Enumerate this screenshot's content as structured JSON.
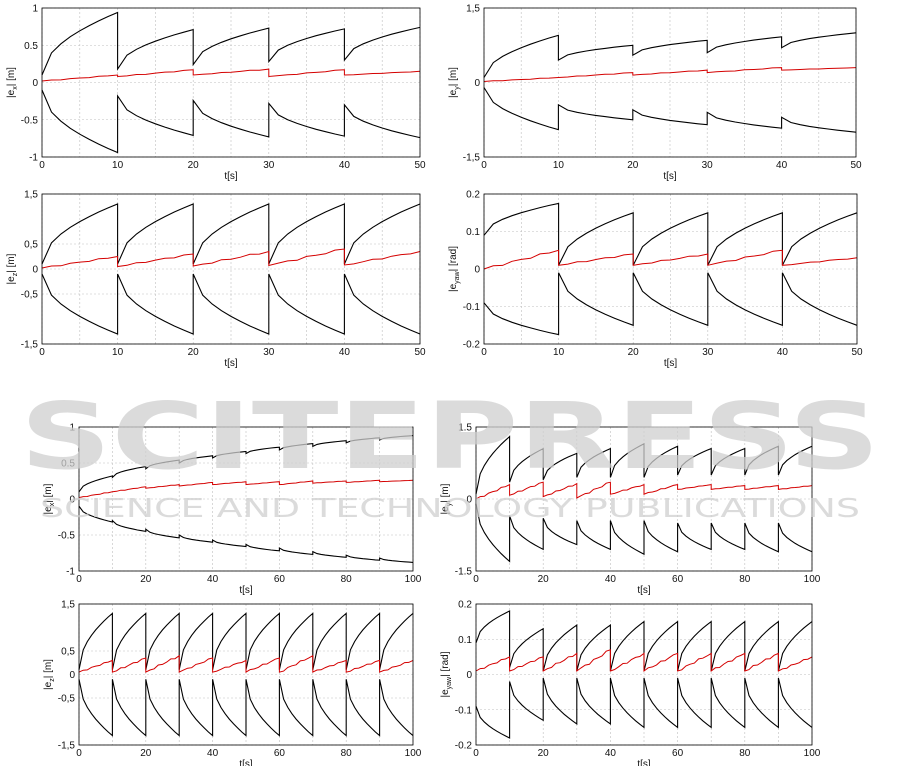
{
  "watermark": {
    "primary": "SCITEPRESS",
    "secondary": "SCIENCE AND TECHNOLOGY PUBLICATIONS"
  },
  "chart_data": [
    {
      "id": "ex-50",
      "type": "line",
      "xlim": [
        0,
        50
      ],
      "ylim": [
        -1,
        1
      ],
      "xticks": [
        0,
        10,
        20,
        30,
        40,
        50
      ],
      "xtick_labels": [
        "0",
        "10",
        "20",
        "30",
        "40",
        "50"
      ],
      "yticks": [
        -1,
        -0.5,
        0,
        0.5,
        1
      ],
      "ytick_labels": [
        "-1",
        "-0.5",
        "0",
        "0.5",
        "1"
      ],
      "xlabel": "t[s]",
      "ylabel": "|e_x| [m]",
      "ylabel_main": "|e",
      "ylabel_sub": "x",
      "ylabel_unit": "| [m]",
      "grid": true,
      "reset_period": 10,
      "samples": 8,
      "bound_start": [
        0.1,
        0.18,
        0.24,
        0.28,
        0.3
      ],
      "bound_end": [
        0.94,
        0.71,
        0.73,
        0.72,
        0.74
      ],
      "err_start": [
        0.02,
        0.08,
        0.1,
        0.08,
        0.1
      ],
      "err_end": [
        0.1,
        0.17,
        0.18,
        0.17,
        0.15
      ]
    },
    {
      "id": "ey-50",
      "type": "line",
      "xlim": [
        0,
        50
      ],
      "ylim": [
        -1.5,
        1.5
      ],
      "xticks": [
        0,
        10,
        20,
        30,
        40,
        50
      ],
      "xtick_labels": [
        "0",
        "10",
        "20",
        "30",
        "40",
        "50"
      ],
      "yticks": [
        -1.5,
        0,
        1.5
      ],
      "ytick_labels": [
        "-1,5",
        "0",
        "1,5"
      ],
      "xlabel": "t[s]",
      "ylabel": "|e_y| [m]",
      "ylabel_main": "|e",
      "ylabel_sub": "y",
      "ylabel_unit": "| [m]",
      "grid": true,
      "reset_period": 10,
      "samples": 8,
      "bound_start": [
        0.1,
        0.45,
        0.55,
        0.6,
        0.7
      ],
      "bound_end": [
        0.95,
        0.75,
        0.85,
        0.92,
        1.0
      ],
      "err_start": [
        0.02,
        0.1,
        0.15,
        0.2,
        0.25
      ],
      "err_end": [
        0.1,
        0.2,
        0.25,
        0.3,
        0.3
      ]
    },
    {
      "id": "ez-50",
      "type": "line",
      "xlim": [
        0,
        50
      ],
      "ylim": [
        -1.5,
        1.5
      ],
      "xticks": [
        0,
        10,
        20,
        30,
        40,
        50
      ],
      "xtick_labels": [
        "0",
        "10",
        "20",
        "30",
        "40",
        "50"
      ],
      "yticks": [
        -1.5,
        -0.5,
        0,
        0.5,
        1.5
      ],
      "ytick_labels": [
        "-1,5",
        "-0,5",
        "0",
        "0,5",
        "1,5"
      ],
      "xlabel": "t[s]",
      "ylabel": "|e_z| [m]",
      "ylabel_main": "|e",
      "ylabel_sub": "z",
      "ylabel_unit": "| [m]",
      "grid": true,
      "reset_period": 10,
      "samples": 8,
      "bound_start": [
        0.1,
        0.1,
        0.1,
        0.1,
        0.1
      ],
      "bound_end": [
        1.3,
        1.3,
        1.3,
        1.3,
        1.3
      ],
      "err_start": [
        0.02,
        0.05,
        0.06,
        0.07,
        0.08
      ],
      "err_end": [
        0.25,
        0.3,
        0.35,
        0.4,
        0.35
      ]
    },
    {
      "id": "eyaw-50",
      "type": "line",
      "xlim": [
        0,
        50
      ],
      "ylim": [
        -0.2,
        0.2
      ],
      "xticks": [
        0,
        10,
        20,
        30,
        40,
        50
      ],
      "xtick_labels": [
        "0",
        "10",
        "20",
        "30",
        "40",
        "50"
      ],
      "yticks": [
        -0.2,
        -0.1,
        0,
        0.1,
        0.2
      ],
      "ytick_labels": [
        "-0.2",
        "-0.1",
        "0",
        "0.1",
        "0.2"
      ],
      "xlabel": "t[s]",
      "ylabel": "|e_yaw| [rad]",
      "ylabel_main": "|e",
      "ylabel_sub": "yaw",
      "ylabel_unit": "| [rad]",
      "grid": true,
      "reset_period": 10,
      "samples": 8,
      "bound_start": [
        0.09,
        0.01,
        0.01,
        0.01,
        0.01
      ],
      "bound_end": [
        0.175,
        0.15,
        0.15,
        0.15,
        0.15
      ],
      "err_start": [
        0.0,
        0.01,
        0.01,
        0.01,
        0.01
      ],
      "err_end": [
        0.05,
        0.04,
        0.04,
        0.05,
        0.03
      ]
    },
    {
      "id": "ex-100",
      "type": "line",
      "xlim": [
        0,
        100
      ],
      "ylim": [
        -1,
        1
      ],
      "xticks": [
        0,
        20,
        40,
        60,
        80,
        100
      ],
      "xtick_labels": [
        "0",
        "20",
        "40",
        "60",
        "80",
        "100"
      ],
      "yticks": [
        -1,
        -0.5,
        0,
        0.5,
        1
      ],
      "ytick_labels": [
        "-1",
        "-0.5",
        "0",
        "0.5",
        "1"
      ],
      "xlabel": "t[s]",
      "ylabel": "|e_x| [m]",
      "ylabel_main": "|e",
      "ylabel_sub": "x",
      "ylabel_unit": "| [m]",
      "grid": true,
      "reset_period": 10,
      "samples": 8,
      "bound_start": [
        0.1,
        0.3,
        0.42,
        0.5,
        0.57,
        0.63,
        0.68,
        0.73,
        0.78,
        0.82
      ],
      "bound_end": [
        0.32,
        0.45,
        0.54,
        0.6,
        0.66,
        0.72,
        0.77,
        0.81,
        0.85,
        0.88
      ],
      "err_start": [
        0.02,
        0.1,
        0.15,
        0.18,
        0.2,
        0.2,
        0.2,
        0.22,
        0.23,
        0.24
      ],
      "err_end": [
        0.1,
        0.17,
        0.2,
        0.23,
        0.24,
        0.24,
        0.25,
        0.25,
        0.26,
        0.26
      ]
    },
    {
      "id": "ey-100",
      "type": "line",
      "xlim": [
        0,
        100
      ],
      "ylim": [
        -1.5,
        1.5
      ],
      "xticks": [
        0,
        20,
        40,
        60,
        80,
        100
      ],
      "xtick_labels": [
        "0",
        "20",
        "40",
        "60",
        "80",
        "100"
      ],
      "yticks": [
        -1.5,
        0,
        1.5
      ],
      "ytick_labels": [
        "-1.5",
        "0",
        "1.5"
      ],
      "xlabel": "t[s]",
      "ylabel": "|e_y| [m]",
      "ylabel_main": "|e",
      "ylabel_sub": "y",
      "ylabel_unit": "| [m]",
      "grid": true,
      "reset_period": 10,
      "samples": 8,
      "bound_start": [
        0.1,
        0.35,
        0.4,
        0.45,
        0.45,
        0.45,
        0.5,
        0.5,
        0.5,
        0.5
      ],
      "bound_end": [
        1.3,
        1.05,
        0.95,
        1.05,
        1.15,
        1.1,
        1.05,
        1.05,
        1.1,
        1.1
      ],
      "err_start": [
        0.0,
        0.08,
        0.05,
        0.02,
        0.1,
        0.1,
        0.2,
        0.2,
        0.2,
        0.2
      ],
      "err_end": [
        0.3,
        0.35,
        0.32,
        0.35,
        0.3,
        0.3,
        0.3,
        0.28,
        0.28,
        0.28
      ]
    },
    {
      "id": "ez-100",
      "type": "line",
      "xlim": [
        0,
        100
      ],
      "ylim": [
        -1.5,
        1.5
      ],
      "xticks": [
        0,
        20,
        40,
        60,
        80,
        100
      ],
      "xtick_labels": [
        "0",
        "20",
        "40",
        "60",
        "80",
        "100"
      ],
      "yticks": [
        -1.5,
        -0.5,
        0,
        0.5,
        1.5
      ],
      "ytick_labels": [
        "-1,5",
        "-0,5",
        "0",
        "0,5",
        "1,5"
      ],
      "xlabel": "t[s]",
      "ylabel": "|e_z| [m]",
      "ylabel_main": "|e",
      "ylabel_sub": "z",
      "ylabel_unit": "| [m]",
      "grid": true,
      "reset_period": 10,
      "samples": 8,
      "bound_start": [
        0.1,
        0.1,
        0.1,
        0.1,
        0.1,
        0.1,
        0.1,
        0.1,
        0.1,
        0.1
      ],
      "bound_end": [
        1.3,
        1.3,
        1.3,
        1.3,
        1.3,
        1.3,
        1.3,
        1.3,
        1.3,
        1.3
      ],
      "err_start": [
        0.05,
        0.05,
        0.05,
        0.05,
        0.05,
        0.05,
        0.05,
        0.05,
        0.05,
        0.05
      ],
      "err_end": [
        0.3,
        0.35,
        0.4,
        0.35,
        0.3,
        0.35,
        0.4,
        0.3,
        0.3,
        0.3
      ]
    },
    {
      "id": "eyaw-100",
      "type": "line",
      "xlim": [
        0,
        100
      ],
      "ylim": [
        -0.2,
        0.2
      ],
      "xticks": [
        0,
        20,
        40,
        60,
        80,
        100
      ],
      "xtick_labels": [
        "0",
        "20",
        "40",
        "60",
        "80",
        "100"
      ],
      "yticks": [
        -0.2,
        -0.1,
        0,
        0.1,
        0.2
      ],
      "ytick_labels": [
        "-0.2",
        "-0.1",
        "0",
        "0.1",
        "0.2"
      ],
      "xlabel": "t[s]",
      "ylabel": "|e_yaw| [rad]",
      "ylabel_main": "|e",
      "ylabel_sub": "yaw",
      "ylabel_unit": "| [rad]",
      "grid": true,
      "reset_period": 10,
      "samples": 8,
      "bound_start": [
        0.09,
        0.02,
        0.01,
        0.01,
        0.01,
        0.01,
        0.01,
        0.01,
        0.01,
        0.01
      ],
      "bound_end": [
        0.18,
        0.13,
        0.14,
        0.14,
        0.15,
        0.15,
        0.15,
        0.15,
        0.15,
        0.15
      ],
      "err_start": [
        0.01,
        0.01,
        0.01,
        0.01,
        0.01,
        0.01,
        0.01,
        0.01,
        0.01,
        0.01
      ],
      "err_end": [
        0.05,
        0.05,
        0.06,
        0.07,
        0.06,
        0.06,
        0.06,
        0.06,
        0.06,
        0.05
      ]
    }
  ]
}
